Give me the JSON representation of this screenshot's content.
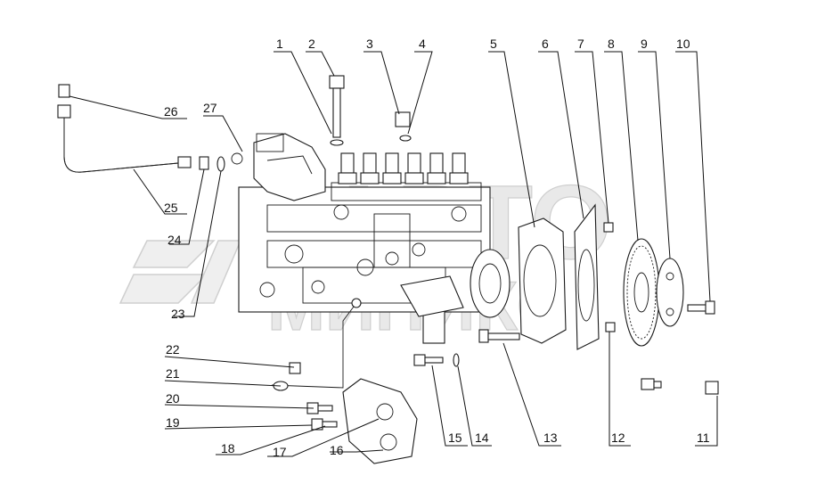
{
  "watermark": {
    "top": "АВТО",
    "bottom": "МИНИКС"
  },
  "callouts": [
    {
      "id": "1",
      "label": "1"
    },
    {
      "id": "2",
      "label": "2"
    },
    {
      "id": "3",
      "label": "3"
    },
    {
      "id": "4",
      "label": "4"
    },
    {
      "id": "5",
      "label": "5"
    },
    {
      "id": "6",
      "label": "6"
    },
    {
      "id": "7",
      "label": "7"
    },
    {
      "id": "8",
      "label": "8"
    },
    {
      "id": "9",
      "label": "9"
    },
    {
      "id": "10",
      "label": "10"
    },
    {
      "id": "11",
      "label": "11"
    },
    {
      "id": "12",
      "label": "12"
    },
    {
      "id": "13",
      "label": "13"
    },
    {
      "id": "14",
      "label": "14"
    },
    {
      "id": "15",
      "label": "15"
    },
    {
      "id": "16",
      "label": "16"
    },
    {
      "id": "17",
      "label": "17"
    },
    {
      "id": "18",
      "label": "18"
    },
    {
      "id": "19",
      "label": "19"
    },
    {
      "id": "20",
      "label": "20"
    },
    {
      "id": "21",
      "label": "21"
    },
    {
      "id": "22",
      "label": "22"
    },
    {
      "id": "23",
      "label": "23"
    },
    {
      "id": "24",
      "label": "24"
    },
    {
      "id": "25",
      "label": "25"
    },
    {
      "id": "26",
      "label": "26"
    },
    {
      "id": "27",
      "label": "27"
    }
  ]
}
